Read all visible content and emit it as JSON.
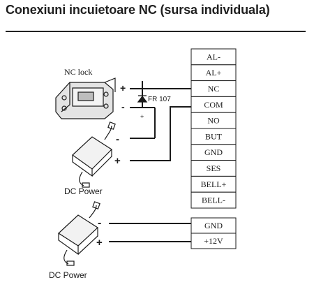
{
  "heading": "Conexiuni incuietoare NC (sursa individuala)",
  "lock_label": "NC lock",
  "diode_label": "FR 107",
  "power_label_top": "DC Power",
  "power_label_bottom": "DC Power",
  "signs": {
    "lock_plus": "+",
    "lock_minus": "-",
    "diode_plus": "+",
    "psu1_minus": "-",
    "psu1_plus": "+",
    "psu2_minus": "-",
    "psu2_plus": "+"
  },
  "terminal_block_main": [
    "AL-",
    "AL+",
    "NC",
    "COM",
    "NO",
    "BUT",
    "GND",
    "SES",
    "BELL+",
    "BELL-"
  ],
  "terminal_block_power": [
    "GND",
    "+12V"
  ],
  "colors": {
    "ink": "#1a1a1a",
    "box_fill": "#ffffff",
    "lock_body": "#dcdcdc"
  }
}
